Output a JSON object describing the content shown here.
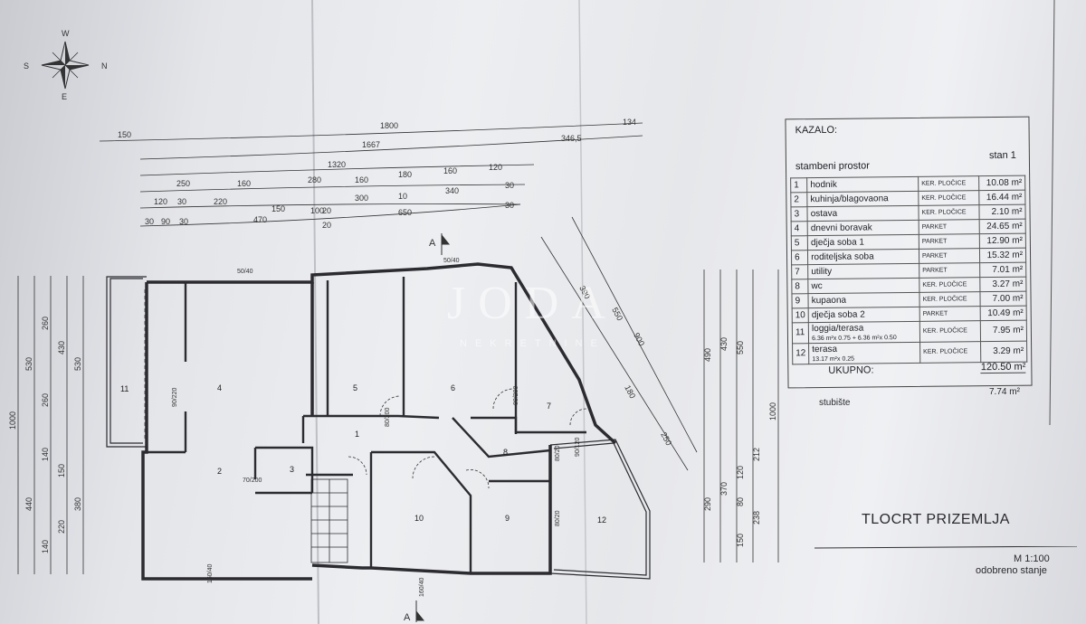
{
  "drawing": {
    "title": "TLOCRT PRIZEMLJA",
    "scale": "M 1:100",
    "status": "odobreno stanje",
    "section_marker": "A"
  },
  "watermark": {
    "logo": "JODA",
    "sub": "NEKRETNINE"
  },
  "compass": {
    "n": "N",
    "s": "S",
    "e": "E",
    "w": "W"
  },
  "dimensions": {
    "top_chain": [
      "150",
      "1800",
      "134",
      "1667",
      "346,5",
      "1320",
      "250",
      "160",
      "280",
      "160",
      "180",
      "160",
      "120",
      "120",
      "30",
      "220",
      "150",
      "100",
      "20",
      "300",
      "10",
      "340",
      "30",
      "30",
      "90",
      "30",
      "470",
      "20",
      "650",
      "30"
    ],
    "left_chain": [
      "1000",
      "530",
      "260",
      "430",
      "530",
      "260",
      "440",
      "140",
      "150",
      "380",
      "220",
      "140"
    ],
    "right_chain": [
      "490",
      "430",
      "550",
      "1000",
      "290",
      "370",
      "212",
      "238",
      "150",
      "80",
      "120"
    ],
    "diagonal": [
      "390",
      "550",
      "900",
      "180",
      "250"
    ],
    "openings": [
      "50/40",
      "90/220",
      "80/200",
      "80/200",
      "70/200",
      "90/120",
      "80/20",
      "80/20",
      "160/40",
      "160/40",
      "50/40"
    ]
  },
  "rooms": [
    "1",
    "2",
    "3",
    "4",
    "5",
    "6",
    "7",
    "8",
    "9",
    "10",
    "11",
    "12"
  ],
  "legend": {
    "title": "KAZALO:",
    "section": "stambeni prostor",
    "unit": "stan 1",
    "rows": [
      {
        "no": "1",
        "name": "hodnik",
        "floor": "KER. PLOČICE",
        "area": "10.08 m²"
      },
      {
        "no": "2",
        "name": "kuhinja/blagovaona",
        "floor": "KER. PLOČICE",
        "area": "16.44 m²"
      },
      {
        "no": "3",
        "name": "ostava",
        "floor": "KER. PLOČICE",
        "area": "2.10 m²"
      },
      {
        "no": "4",
        "name": "dnevni boravak",
        "floor": "PARKET",
        "area": "24.65 m²"
      },
      {
        "no": "5",
        "name": "dječja soba 1",
        "floor": "PARKET",
        "area": "12.90 m²"
      },
      {
        "no": "6",
        "name": "roditeljska soba",
        "floor": "PARKET",
        "area": "15.32 m²"
      },
      {
        "no": "7",
        "name": "utility",
        "floor": "PARKET",
        "area": "7.01 m²"
      },
      {
        "no": "8",
        "name": "wc",
        "floor": "KER. PLOČICE",
        "area": "3.27 m²"
      },
      {
        "no": "9",
        "name": "kupaona",
        "floor": "KER. PLOČICE",
        "area": "7.00 m²"
      },
      {
        "no": "10",
        "name": "dječja soba 2",
        "floor": "PARKET",
        "area": "10.49 m²"
      },
      {
        "no": "11",
        "name": "loggia/terasa",
        "calc": "6.36 m²x 0.75 + 6.36 m²x 0.50",
        "floor": "KER. PLOČICE",
        "area": "7.95 m²"
      },
      {
        "no": "12",
        "name": "terasa",
        "calc": "13.17 m²x 0.25",
        "floor": "KER. PLOČICE",
        "area": "3.29 m²"
      }
    ],
    "total_label": "UKUPNO:",
    "total_value": "120.50 m²",
    "stair_label": "stubište",
    "stair_value": "7.74 m²"
  }
}
